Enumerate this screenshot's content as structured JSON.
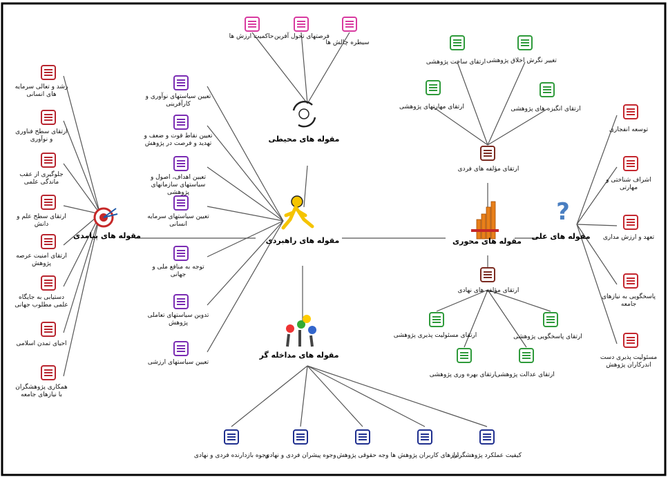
{
  "hubs": {
    "center": "مقوله های راهبردی",
    "environment": "مقوله های محیطی",
    "outcome": "مقوله های پیامدی",
    "core": "مقوله های محوری",
    "causal": "مقوله های علی",
    "intervening": "مقوله های مداخله گر",
    "individual": "ارتقای مؤلفه های فردی",
    "institutional": "ارتقای مؤلفه های نهادی"
  },
  "environment_items": [
    "سیطره چالش ها",
    "فرصتهای تحول آفرین",
    "حاکمیت ارزش ها"
  ],
  "strategy_items": [
    "تعیین سیاستهای نوآوری و کارآفرینی",
    "تعیین نقاط قوت و ضعف و تهدید و فرصت در پژوهش",
    "تعیین اهداف، اصول و سیاستهای سازمانهای پژوهشی",
    "تعیین سیاستهای سرمایه انسانی",
    "توجه به منافع ملی و جهانی",
    "تدوین سیاستهای تعاملی پژوهش",
    "تعیین سیاستهای ارزشی"
  ],
  "outcome_items": [
    "رشد و تعالی سرمایه های انسانی",
    "ارتقای سطح فناوری و نوآوری",
    "جلوگیری از عقب ماندگی علمی",
    "ارتقای سطح علم و دانش",
    "ارتقای امنیت عرصه پژوهش",
    "دستیابی به جایگاه علمی مطلوب جهانی",
    "احیای تمدن اسلامی",
    "همکاری پژوهشگران با نیازهای جامعه"
  ],
  "individual_items": [
    "ارتقای ساخت پژوهشی",
    "تغییر نگرش اخلاق پژوهشی",
    "ارتقای مهارتهای پژوهشی",
    "ارتقای انگیزه های پژوهشی"
  ],
  "institutional_items": [
    "ارتقای مسئولیت پذیری پژوهشی",
    "ارتقای پاسخگویی پژوهشی",
    "ارتقای بهره وری پژوهشی",
    "ارتقای عدالت پژوهشی"
  ],
  "causal_items": [
    "توسعه انفجاری",
    "اشراف شناختی و مهارتی",
    "تعهد و ارزش مداری",
    "پاسخگویی به نیازهای جامعه",
    "مسئولیت پذیری دست اندرکاران پژوهش"
  ],
  "intervening_items": [
    "کیفیت عملکرد پژوهشگران",
    "نیازهای کاربران پژوهش ها",
    "وجه حقوقی پژوهش",
    "وجوه پیشران فردی و نهادی",
    "وجوه بازدارنده فردی و نهادی"
  ],
  "colors": {
    "outcome": "#b8252f",
    "strategy": "#7a2bb3",
    "environment": "#d83aa0",
    "individual_items": "#2e9a3a",
    "individual_hub": "#7a2a20",
    "causal": "#c4262e",
    "intervening": "#1f2f8f",
    "lines": "#555555",
    "frame": "#000000"
  },
  "icons": {
    "center": "running-person-icon",
    "environment": "recycle-globe-icon",
    "outcome": "target-arrows-icon",
    "core": "bar-chart-icon",
    "causal": "question-mark-icon",
    "intervening": "team-gears-icon",
    "item": "document-list-icon"
  }
}
